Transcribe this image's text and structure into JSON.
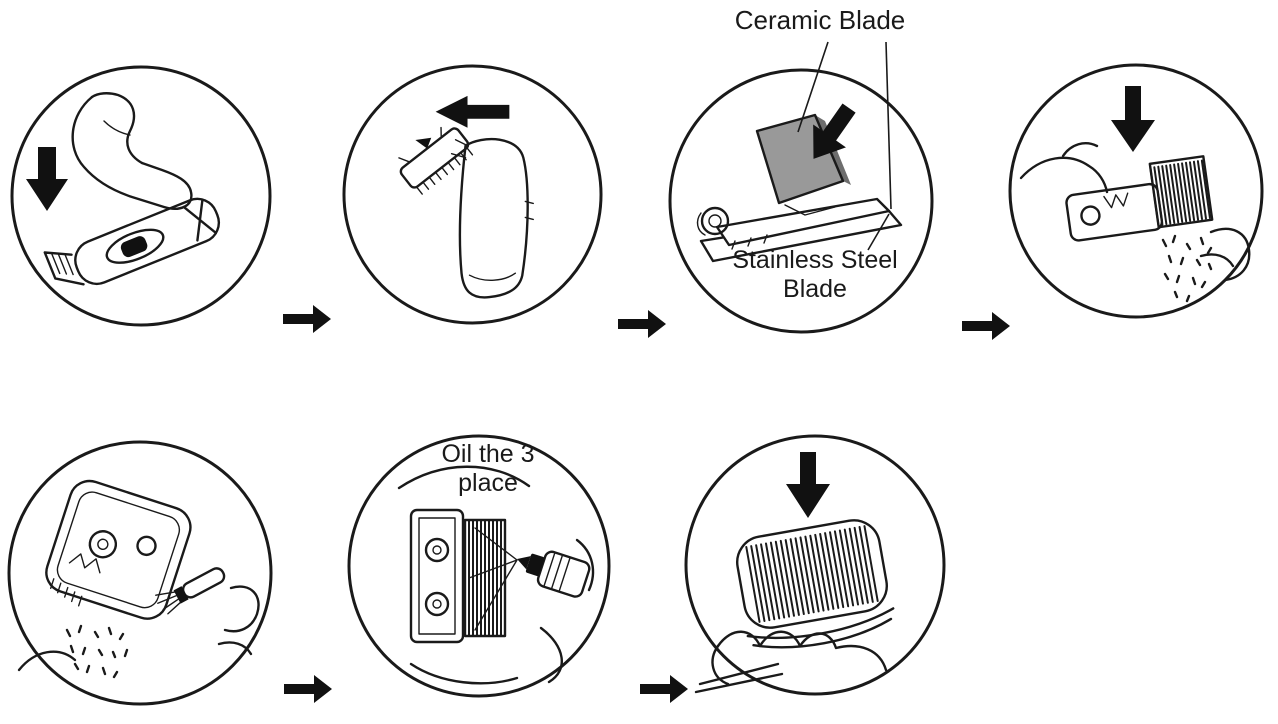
{
  "canvas": {
    "background": "#ffffff"
  },
  "colors": {
    "line": "#1a1a1a",
    "ceramic_fill": "#999999",
    "ceramic_fill_dark": "#6e6e6e",
    "arrow_fill": "#111111"
  },
  "labels": {
    "ceramic_blade": "Ceramic Blade",
    "stainless_steel_blade": "Stainless Steel Blade",
    "oil_instruction": "Oil the 3 place"
  }
}
